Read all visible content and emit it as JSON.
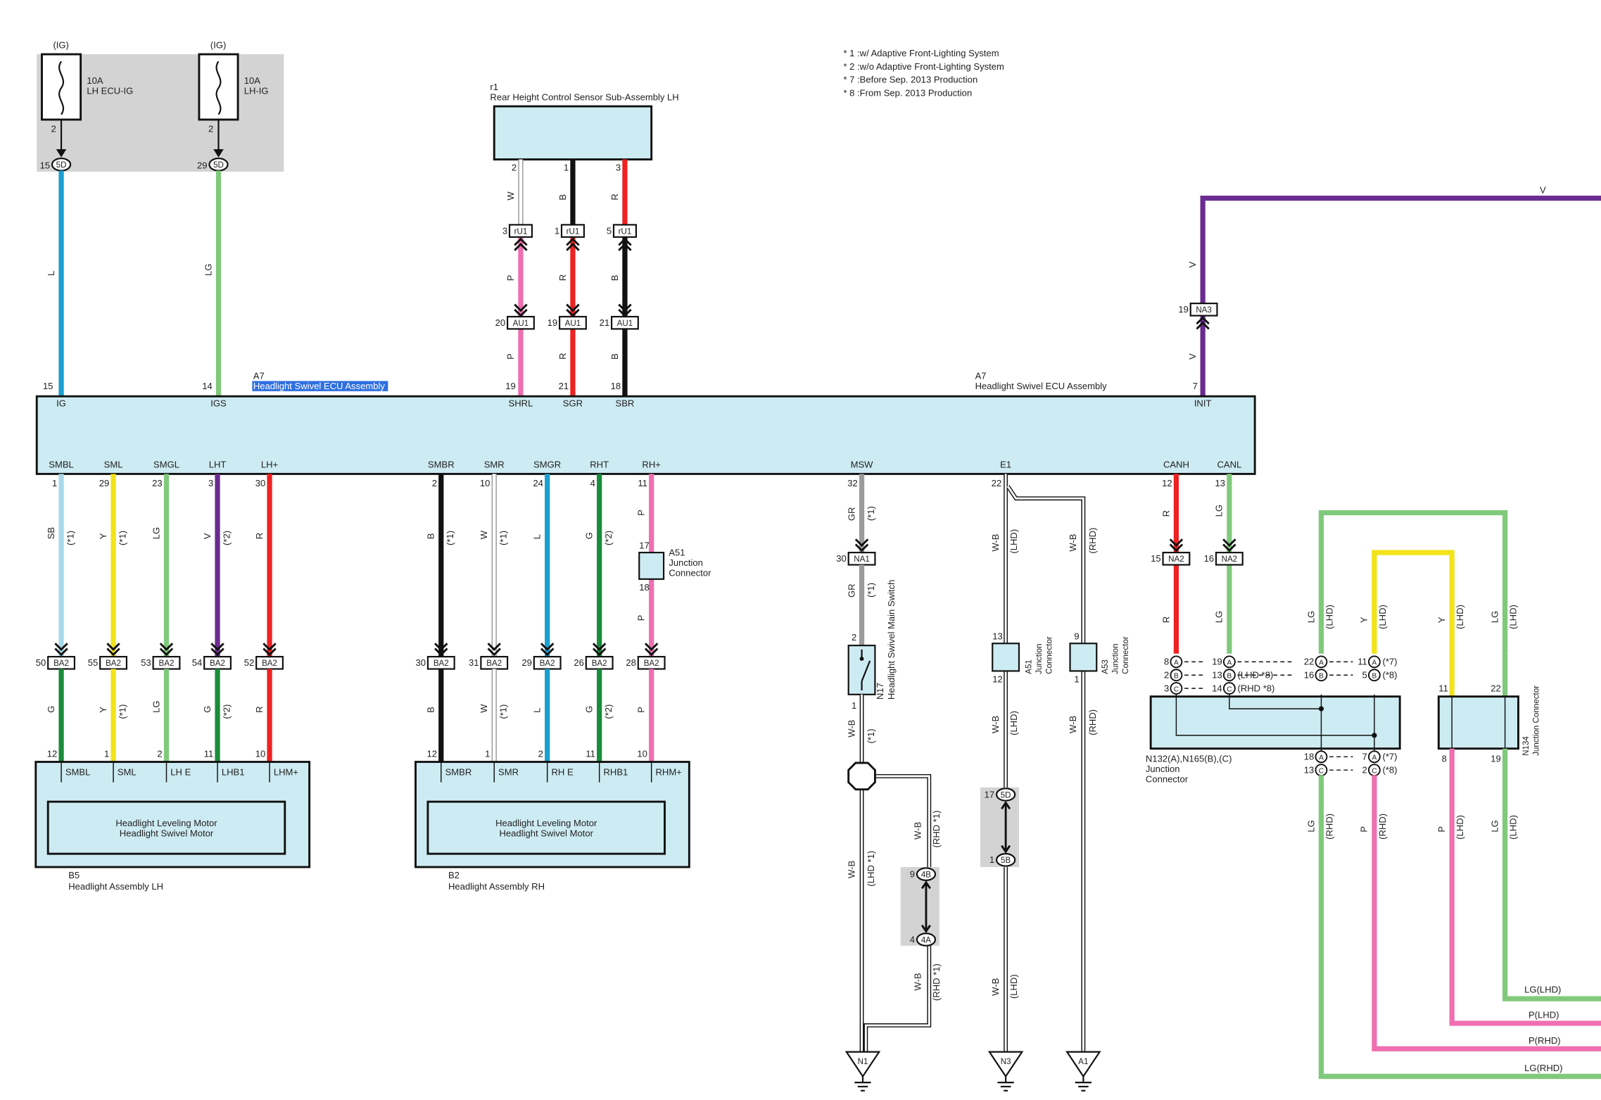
{
  "notes": [
    "* 1 :w/ Adaptive Front-Lighting System",
    "* 2 :w/o Adaptive Front-Lighting System",
    "* 7 :Before Sep. 2013 Production",
    "* 8 :From Sep. 2013 Production"
  ],
  "fuses": [
    {
      "supply": "(IG)",
      "rating": "10A",
      "name": "LH ECU-IG",
      "pin": "2",
      "conn_pin": "15",
      "conn": "5D",
      "wire": "L",
      "ecu_pin": "15",
      "terminal": "IG"
    },
    {
      "supply": "(IG)",
      "rating": "10A",
      "name": "LH-IG",
      "pin": "2",
      "conn_pin": "29",
      "conn": "5D",
      "wire": "LG",
      "ecu_pin": "14",
      "terminal": "IGS"
    }
  ],
  "sensor": {
    "code": "r1",
    "name": "Rear Height Control Sensor Sub-Assembly LH",
    "wires": [
      {
        "pin": "2",
        "upper": "W",
        "c1pin": "3",
        "c1": "rU1",
        "mid": "P",
        "c2pin": "20",
        "c2": "AU1",
        "lower": "P",
        "ecu_pin": "19",
        "terminal": "SHRL"
      },
      {
        "pin": "1",
        "upper": "B",
        "c1pin": "1",
        "c1": "rU1",
        "mid": "R",
        "c2pin": "19",
        "c2": "AU1",
        "lower": "R",
        "ecu_pin": "21",
        "terminal": "SGR"
      },
      {
        "pin": "3",
        "upper": "R",
        "c1pin": "5",
        "c1": "rU1",
        "mid": "B",
        "c2pin": "21",
        "c2": "AU1",
        "lower": "B",
        "ecu_pin": "18",
        "terminal": "SBR"
      }
    ]
  },
  "ecu": {
    "code_left": "A7",
    "name_left": "Headlight Swivel ECU Assembly",
    "code_right": "A7",
    "name_right": "Headlight Swivel ECU Assembly",
    "init": {
      "terminal": "INIT",
      "pin": "7",
      "wire_lower": "V",
      "conn_pin": "19",
      "conn": "NA3",
      "wire_upper": "V",
      "wire_top": "V"
    },
    "bottom_terminals": [
      {
        "label": "SMBL",
        "pin": "1",
        "wire": "SB",
        "note": "(*1)"
      },
      {
        "label": "SML",
        "pin": "29",
        "wire": "Y",
        "note": "(*1)"
      },
      {
        "label": "SMGL",
        "pin": "23",
        "wire": "LG",
        "note": ""
      },
      {
        "label": "LHT",
        "pin": "3",
        "wire": "V",
        "note": "(*2)"
      },
      {
        "label": "LH+",
        "pin": "30",
        "wire": "R",
        "note": ""
      },
      {
        "label": "SMBR",
        "pin": "2",
        "wire": "B",
        "note": "(*1)"
      },
      {
        "label": "SMR",
        "pin": "10",
        "wire": "W",
        "note": "(*1)"
      },
      {
        "label": "SMGR",
        "pin": "24",
        "wire": "L",
        "note": ""
      },
      {
        "label": "RHT",
        "pin": "4",
        "wire": "G",
        "note": "(*2)"
      },
      {
        "label": "RH+",
        "pin": "11",
        "wire": "P",
        "note": ""
      },
      {
        "label": "MSW",
        "pin": "32",
        "wire": "GR",
        "note": "(*1)"
      },
      {
        "label": "E1",
        "pin": "22",
        "wire": "",
        "note": ""
      },
      {
        "label": "CANH",
        "pin": "12",
        "wire": "R",
        "note": ""
      },
      {
        "label": "CANL",
        "pin": "13",
        "wire": "LG",
        "note": ""
      }
    ]
  },
  "ba2": [
    {
      "pin": "50",
      "conn": "BA2",
      "wire": "G",
      "note": "",
      "hl_pin": "12"
    },
    {
      "pin": "55",
      "conn": "BA2",
      "wire": "Y",
      "note": "(*1)",
      "hl_pin": "1"
    },
    {
      "pin": "53",
      "conn": "BA2",
      "wire": "LG",
      "note": "",
      "hl_pin": "2"
    },
    {
      "pin": "54",
      "conn": "BA2",
      "wire": "G",
      "note": "(*2)",
      "hl_pin": "11"
    },
    {
      "pin": "52",
      "conn": "BA2",
      "wire": "R",
      "note": "",
      "hl_pin": "10"
    },
    {
      "pin": "30",
      "conn": "BA2",
      "wire": "B",
      "note": "",
      "hl_pin": "12"
    },
    {
      "pin": "31",
      "conn": "BA2",
      "wire": "W",
      "note": "(*1)",
      "hl_pin": "1"
    },
    {
      "pin": "29",
      "conn": "BA2",
      "wire": "L",
      "note": "",
      "hl_pin": "2"
    },
    {
      "pin": "26",
      "conn": "BA2",
      "wire": "G",
      "note": "(*2)",
      "hl_pin": "11"
    },
    {
      "pin": "28",
      "conn": "BA2",
      "wire": "P",
      "note": "",
      "hl_pin": "10"
    }
  ],
  "a51_rh": {
    "code": "A51",
    "name1": "Junction",
    "name2": "Connector",
    "pin_in": "17",
    "pin_out": "18",
    "wire": "P"
  },
  "headlights": [
    {
      "code": "B5",
      "name": "Headlight Assembly LH",
      "terminals": [
        "SMBL",
        "SML",
        "LH E",
        "LHB1",
        "LHM+"
      ],
      "motor1": "Headlight Leveling Motor",
      "motor2": "Headlight Swivel Motor"
    },
    {
      "code": "B2",
      "name": "Headlight Assembly RH",
      "terminals": [
        "SMBR",
        "SMR",
        "RH E",
        "RHB1",
        "RHM+"
      ],
      "motor1": "Headlight Leveling Motor",
      "motor2": "Headlight Swivel Motor"
    }
  ],
  "msw": {
    "conn_pin": "30",
    "conn": "NA1",
    "wire2": "GR",
    "note2": "(*1)",
    "switch_code": "N17",
    "switch_name": "Headlight Swivel Main Switch",
    "sw_pin_top": "2",
    "sw_pin_bottom": "1",
    "wire3": "W-B",
    "note3": "(*1)",
    "wire_lhd": "W-B",
    "note_lhd": "(LHD *1)",
    "wire_rhd_a": "W-B",
    "note_rhd_a": "(RHD *1)",
    "c4b_pin": "9",
    "c4b": "4B",
    "c4a_pin": "4",
    "c4a": "4A",
    "wire_rhd_b": "W-B",
    "note_rhd_b": "(RHD *1)",
    "ground": "N1"
  },
  "e1": {
    "wire_lhd": "W-B",
    "note_lhd": "(LHD)",
    "wire_rhd": "W-B",
    "note_rhd": "(RHD)",
    "a51": {
      "code": "A51",
      "name1": "Junction",
      "name2": "Connector",
      "pin_in": "13",
      "pin_out": "12"
    },
    "a53": {
      "code": "A53",
      "name1": "Junction",
      "name2": "Connector",
      "pin_in": "9",
      "pin_out": "1"
    },
    "wire_lhd2": "W-B",
    "note_lhd2": "(LHD)",
    "wire_rhd2": "W-B",
    "note_rhd2": "(RHD)",
    "c5d_pin": "17",
    "c5d": "5D",
    "c5b_pin": "1",
    "c5b": "5B",
    "wire_lhd3": "W-B",
    "note_lhd3": "(LHD)",
    "ground1": "N3",
    "ground2": "A1"
  },
  "can": {
    "canh_conn_pin": "15",
    "canh_conn": "NA2",
    "canh_wire2": "R",
    "canl_conn_pin": "16",
    "canl_conn": "NA2",
    "canl_wire2": "LG",
    "junction_code": "N132(A),N165(B),(C)",
    "junction_name1": "Junction",
    "junction_name2": "Connector",
    "top_rows": [
      {
        "p1": "8",
        "c1": "A",
        "p2": "19",
        "c2": "A",
        "note2": "",
        "p3": "22",
        "c3": "A",
        "p4": "11",
        "c4": "A",
        "note4": "(*7)"
      },
      {
        "p1": "2",
        "c1": "B",
        "p2": "13",
        "c2": "B",
        "note2": "(LHD *8)",
        "p3": "16",
        "c3": "B",
        "p4": "5",
        "c4": "B",
        "note4": "(*8)"
      },
      {
        "p1": "3",
        "c1": "C",
        "p2": "14",
        "c2": "C",
        "note2": "(RHD *8)",
        "p3": "",
        "c3": "",
        "p4": "",
        "c4": "",
        "note4": ""
      }
    ],
    "bottom_rows": [
      {
        "p1": "18",
        "c1": "A",
        "p2": "7",
        "c2": "A",
        "note2": "(*7)"
      },
      {
        "p1": "13",
        "c1": "C",
        "p2": "2",
        "c2": "C",
        "note2": "(*8)"
      }
    ],
    "lg_lhd": "LG",
    "lg_lhd_note": "(LHD)",
    "y_lhd": "Y",
    "y_lhd_note": "(LHD)",
    "y2_lhd": "Y",
    "y2_lhd_note": "(LHD)",
    "lg2_lhd": "LG",
    "lg2_lhd_note": "(LHD)",
    "n134_code": "N134",
    "n134_name": "Junction Connector",
    "n134_pins": [
      "11",
      "22",
      "8",
      "19"
    ],
    "lower": [
      {
        "wire": "LG",
        "note": "(RHD)"
      },
      {
        "wire": "P",
        "note": "(RHD)"
      },
      {
        "wire": "P",
        "note": "(LHD)"
      },
      {
        "wire": "LG",
        "note": "(LHD)"
      }
    ],
    "exits": [
      "LG(LHD)",
      "P(LHD)",
      "P(RHD)",
      "LG(RHD)"
    ]
  },
  "colors": {
    "L": "#1a9fd0",
    "LG": "#80c97c",
    "SB": "#a8d8ec",
    "Y": "#f2e31a",
    "V": "#6b2c91",
    "R": "#ee2222",
    "B": "#111111",
    "W": "#cccccc",
    "G": "#1a8c3a",
    "P": "#ef6fb0",
    "GR": "#9b9b9b",
    "comp": "#cdebf2",
    "shade": "#d3d3d3"
  }
}
